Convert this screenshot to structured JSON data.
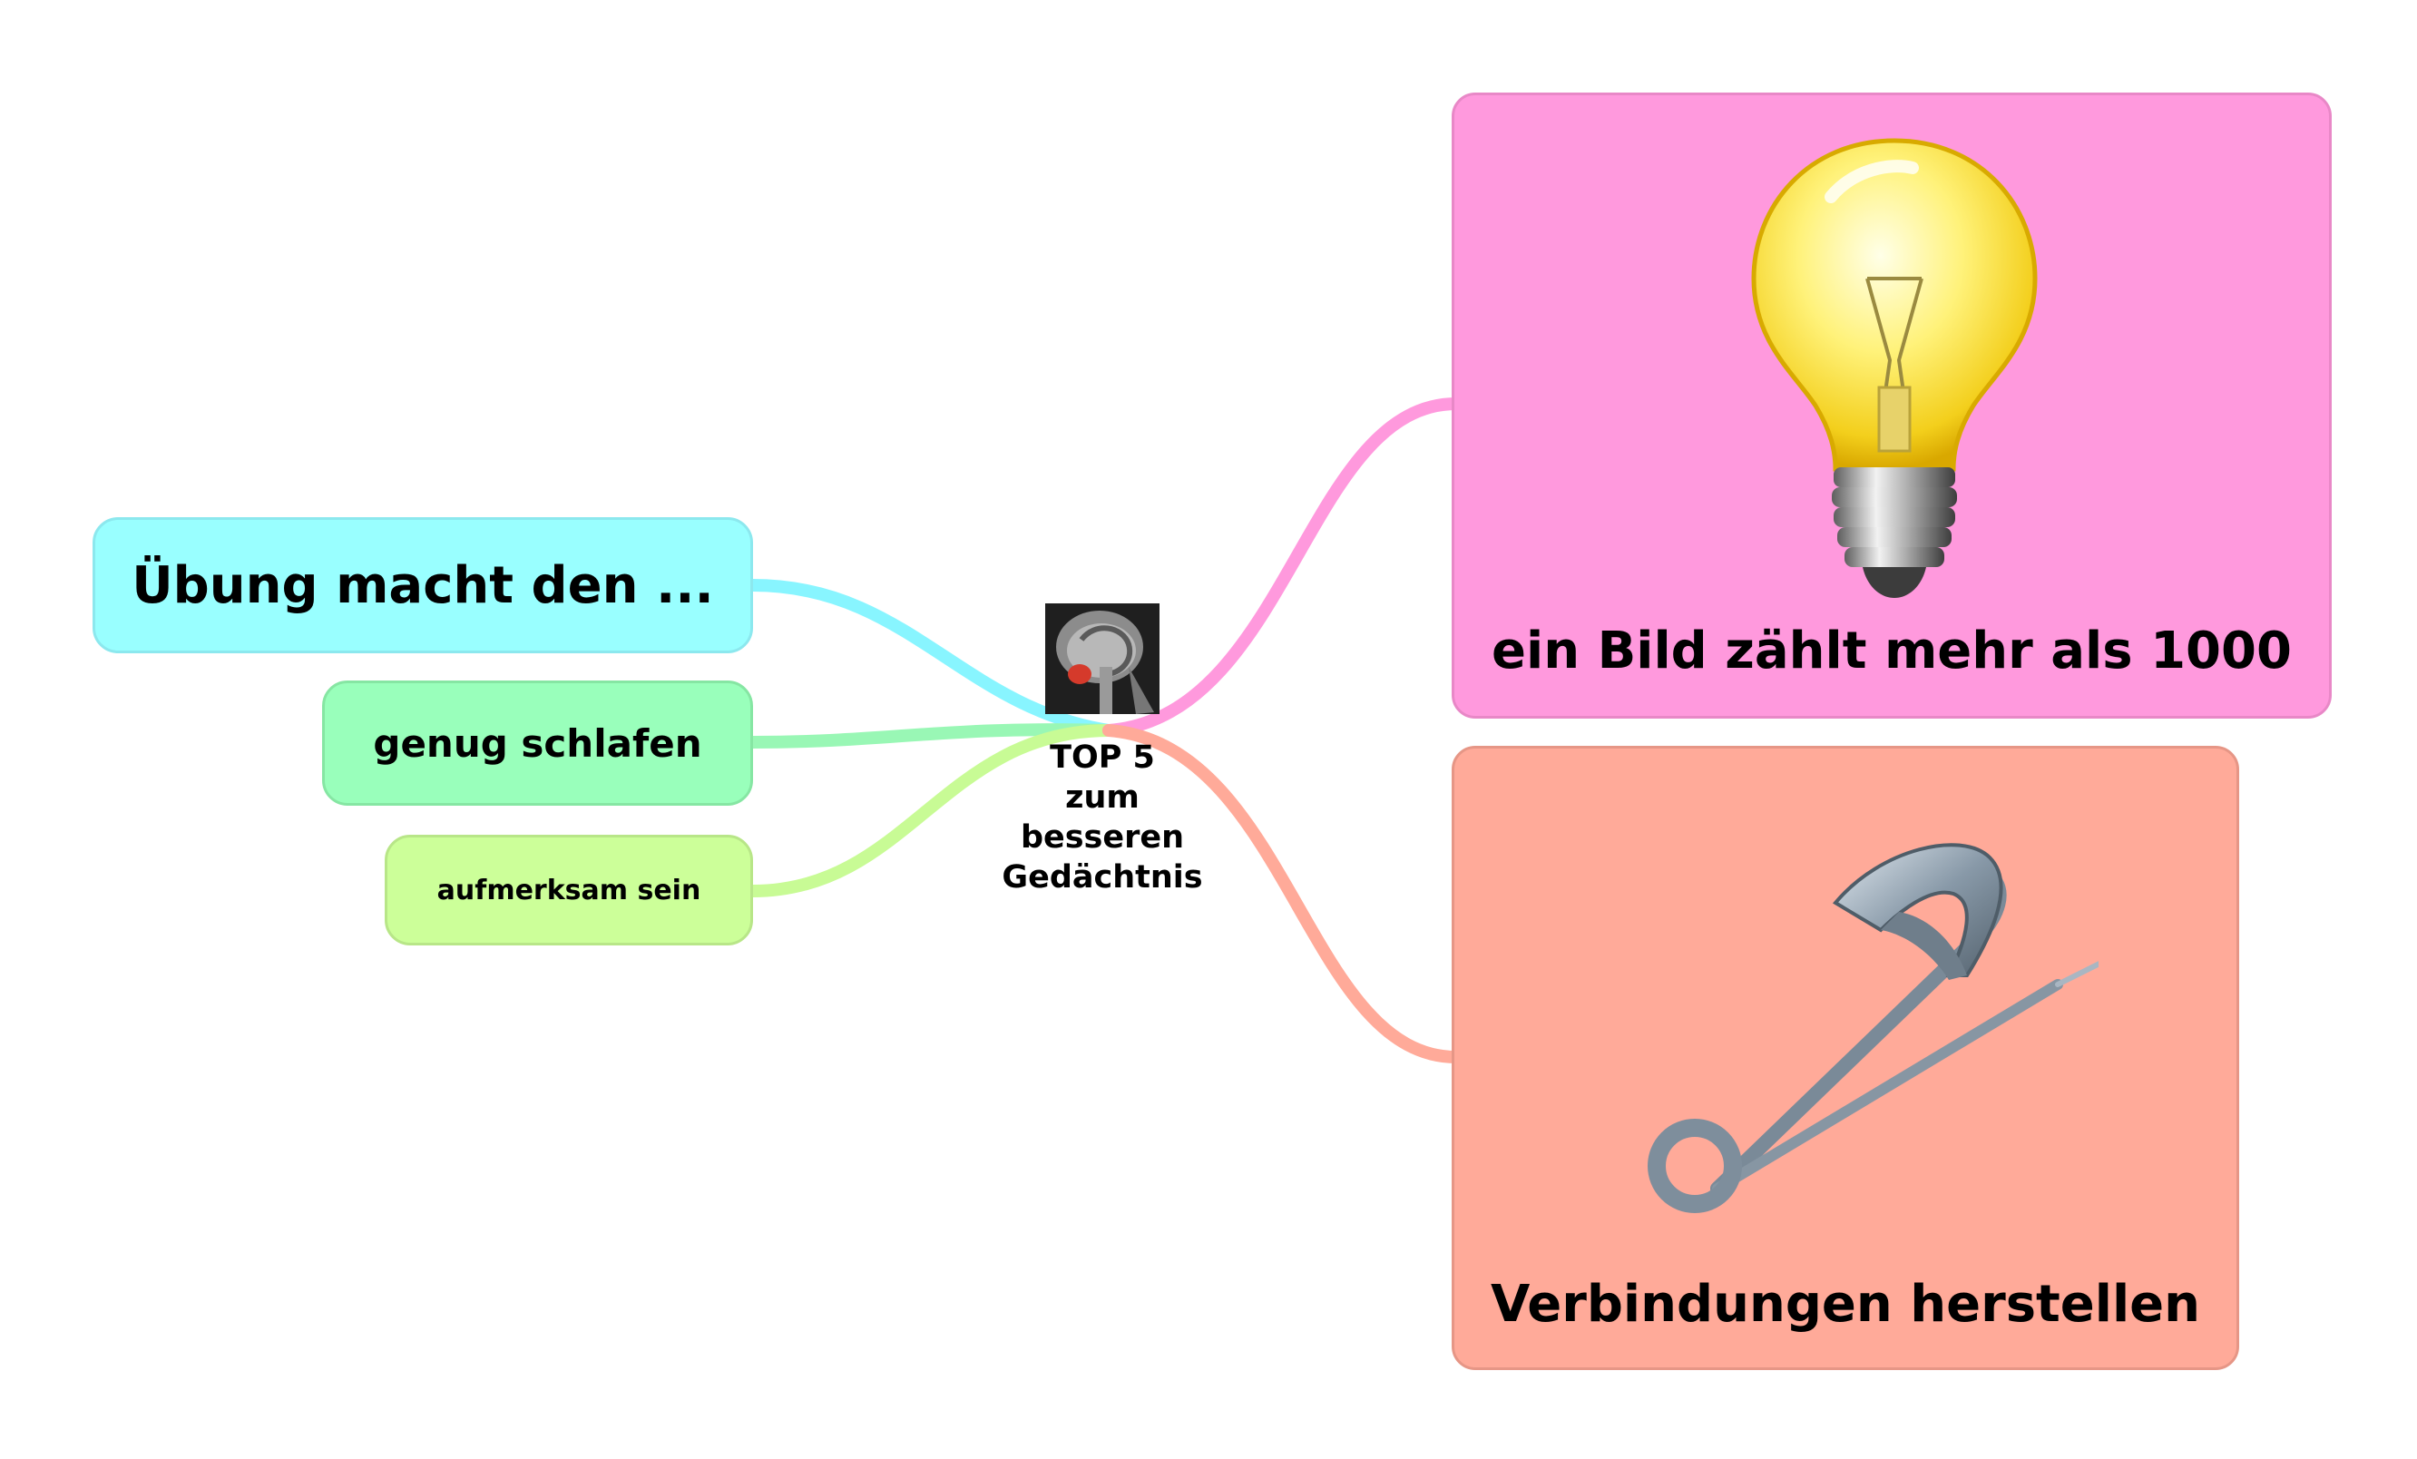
{
  "center": {
    "title": "TOP 5\nzum besseren\nGedächtnis",
    "icon": "brain-mri-icon"
  },
  "branches": {
    "uebung": {
      "label": "Übung macht den ...",
      "color": "#99ffff",
      "line_color": "#88f5ff"
    },
    "schlafen": {
      "label": "genug schlafen",
      "color": "#99ffbb",
      "line_color": "#99f7b5"
    },
    "aufmerksam": {
      "label": "aufmerksam sein",
      "color": "#ccff99",
      "line_color": "#c8fb95"
    },
    "bild": {
      "label": "ein Bild zählt mehr als 1000",
      "color": "#ff99dd",
      "line_color": "#ff99dd",
      "icon": "light-bulb-icon"
    },
    "verbindungen": {
      "label": "Verbindungen herstellen",
      "color": "#ffaa99",
      "line_color": "#ffaa99",
      "icon": "safety-pin-icon"
    }
  }
}
